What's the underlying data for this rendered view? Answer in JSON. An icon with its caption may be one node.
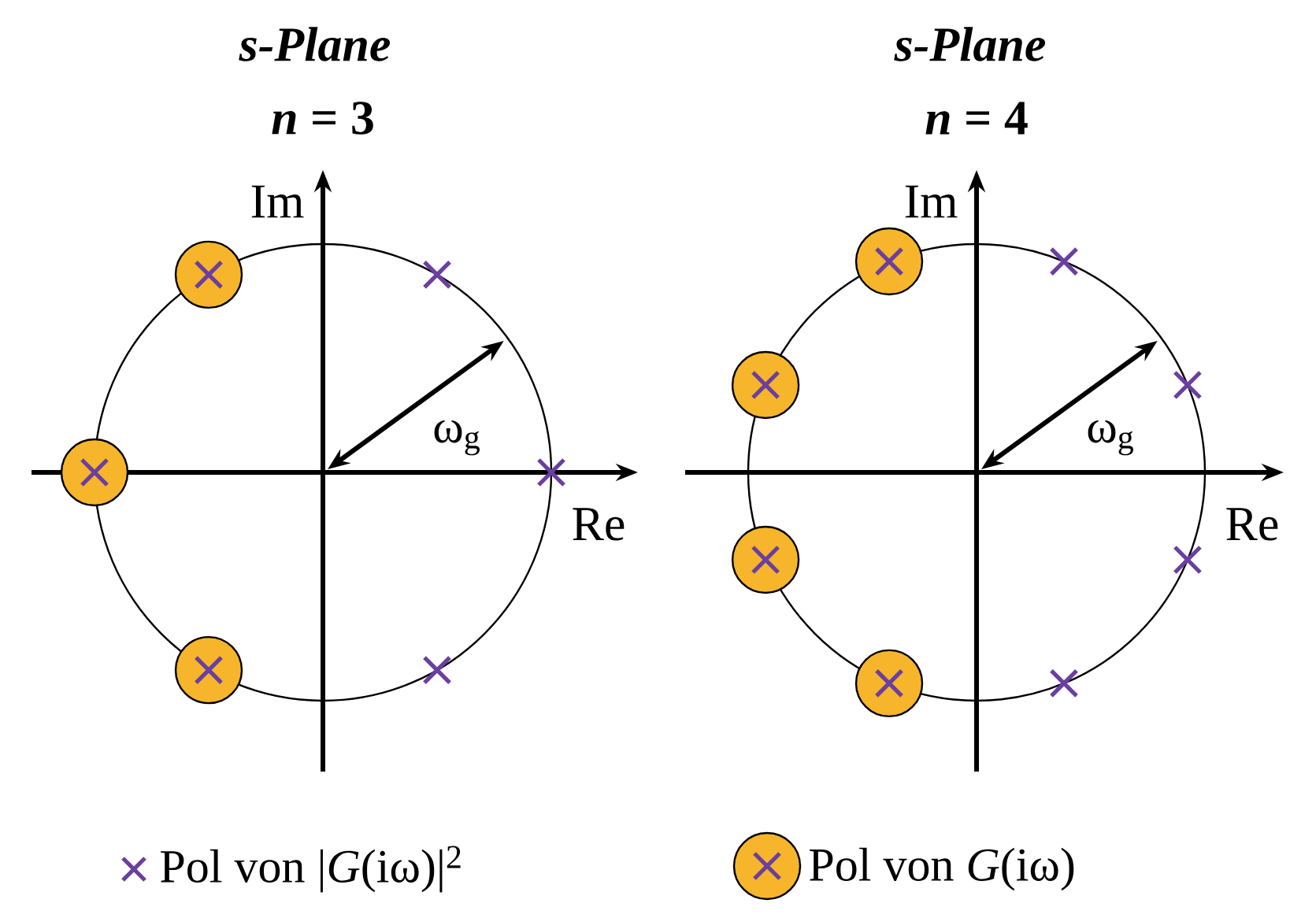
{
  "diagram": {
    "labels": [
      "s-Plane",
      "s-Plane",
      "*n* = 3",
      "*n* = 4",
      "Im",
      "Im",
      "ω$_{g}$",
      "ω$_{g}$",
      "Re",
      "Re"
    ],
    "legend": [
      {
        "text": "Pol von |*G*(iω)|$^{2}$"
      },
      {
        "text": "Pol von *G*(iω)"
      }
    ]
  }
}
